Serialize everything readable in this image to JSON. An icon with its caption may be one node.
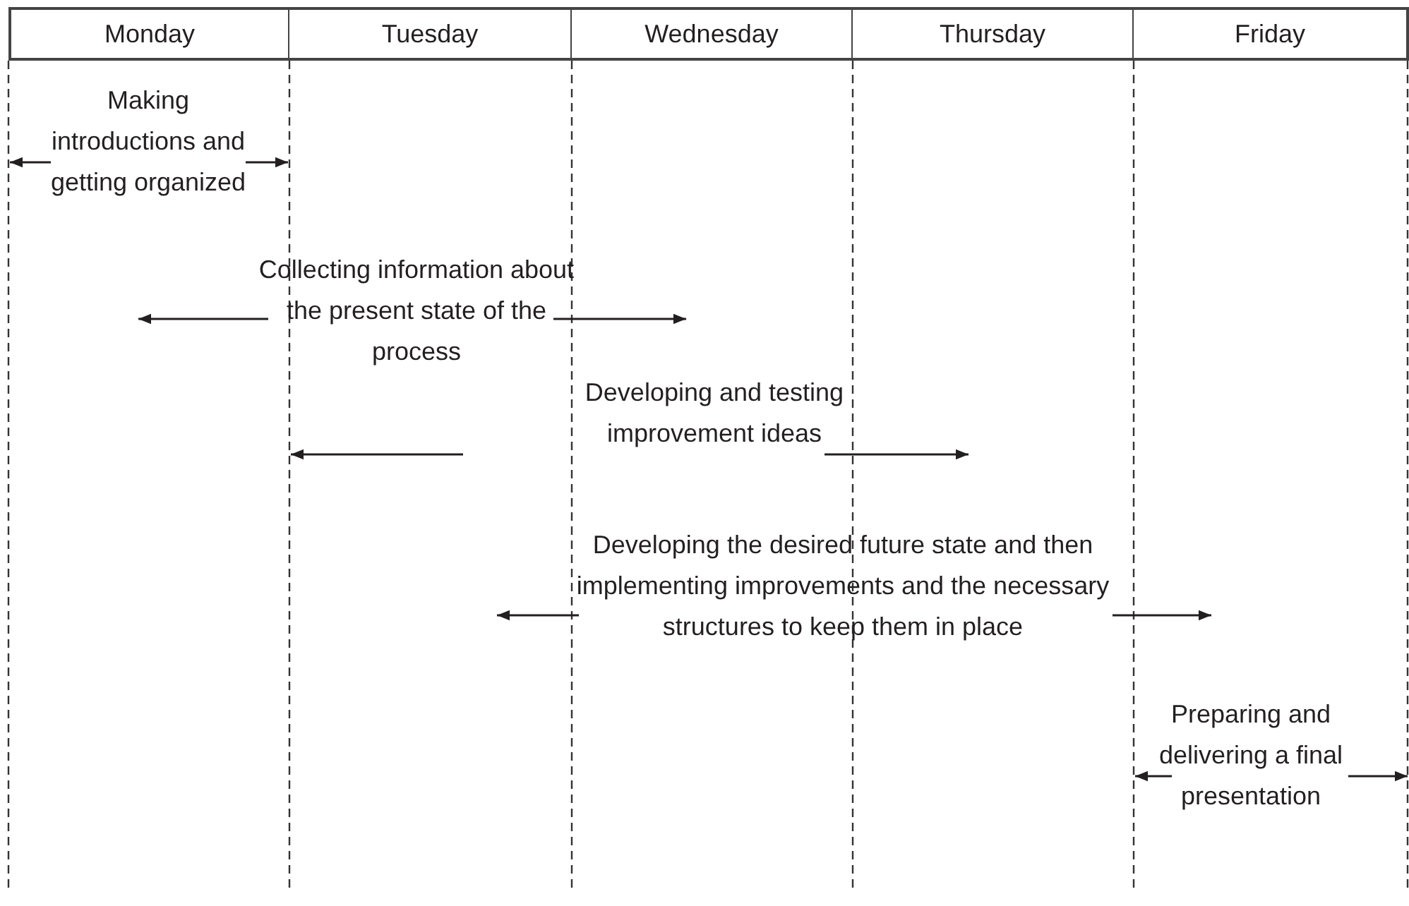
{
  "diagram": {
    "nodes": [
      {
        "text": [
          "Monday"
        ]
      },
      {
        "text": [
          "Tuesday"
        ]
      },
      {
        "text": [
          "Wednesday"
        ]
      },
      {
        "text": [
          "Thursday"
        ]
      },
      {
        "text": [
          "Friday"
        ]
      }
    ],
    "labels": [
      "Making introductions and getting organized",
      "Collecting information about the present state of the process",
      "Developing and testing improvement ideas",
      "Developing the desired future state and then implementing improvements and the necessary structures to keep them in place",
      "Preparing and delivering a final presentation"
    ]
  }
}
